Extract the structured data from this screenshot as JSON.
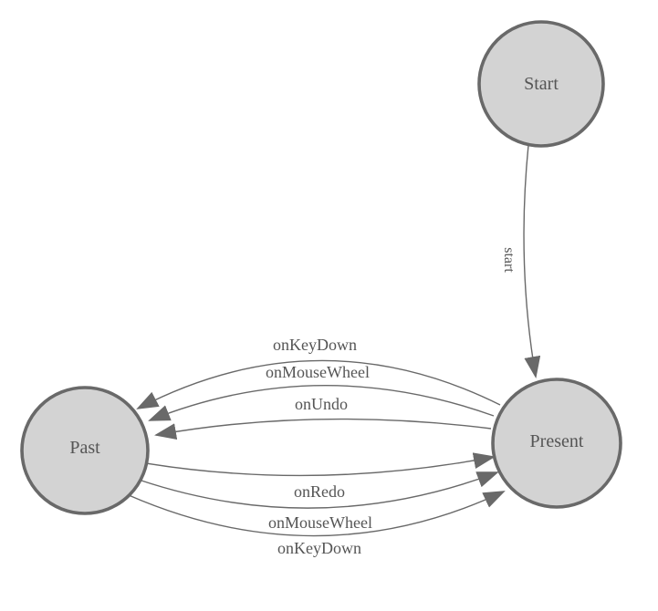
{
  "diagram": {
    "kind": "state-transition-diagram",
    "background_color": "#ffffff",
    "node_fill_color": "#d3d3d3",
    "node_border_color": "#696969",
    "edge_color": "#696969",
    "arrowhead_color": "#696969",
    "text_color": "#555555"
  },
  "nodes": [
    {
      "id": "start",
      "label": "Start"
    },
    {
      "id": "past",
      "label": "Past"
    },
    {
      "id": "present",
      "label": "Present"
    }
  ],
  "edges": [
    {
      "from": "Start",
      "to": "Present",
      "label": "start"
    },
    {
      "from": "Present",
      "to": "Past",
      "label": "onKeyDown"
    },
    {
      "from": "Present",
      "to": "Past",
      "label": "onMouseWheel"
    },
    {
      "from": "Present",
      "to": "Past",
      "label": "onUndo"
    },
    {
      "from": "Past",
      "to": "Present",
      "label": "onRedo"
    },
    {
      "from": "Past",
      "to": "Present",
      "label": "onMouseWheel"
    },
    {
      "from": "Past",
      "to": "Present",
      "label": "onKeyDown"
    }
  ]
}
